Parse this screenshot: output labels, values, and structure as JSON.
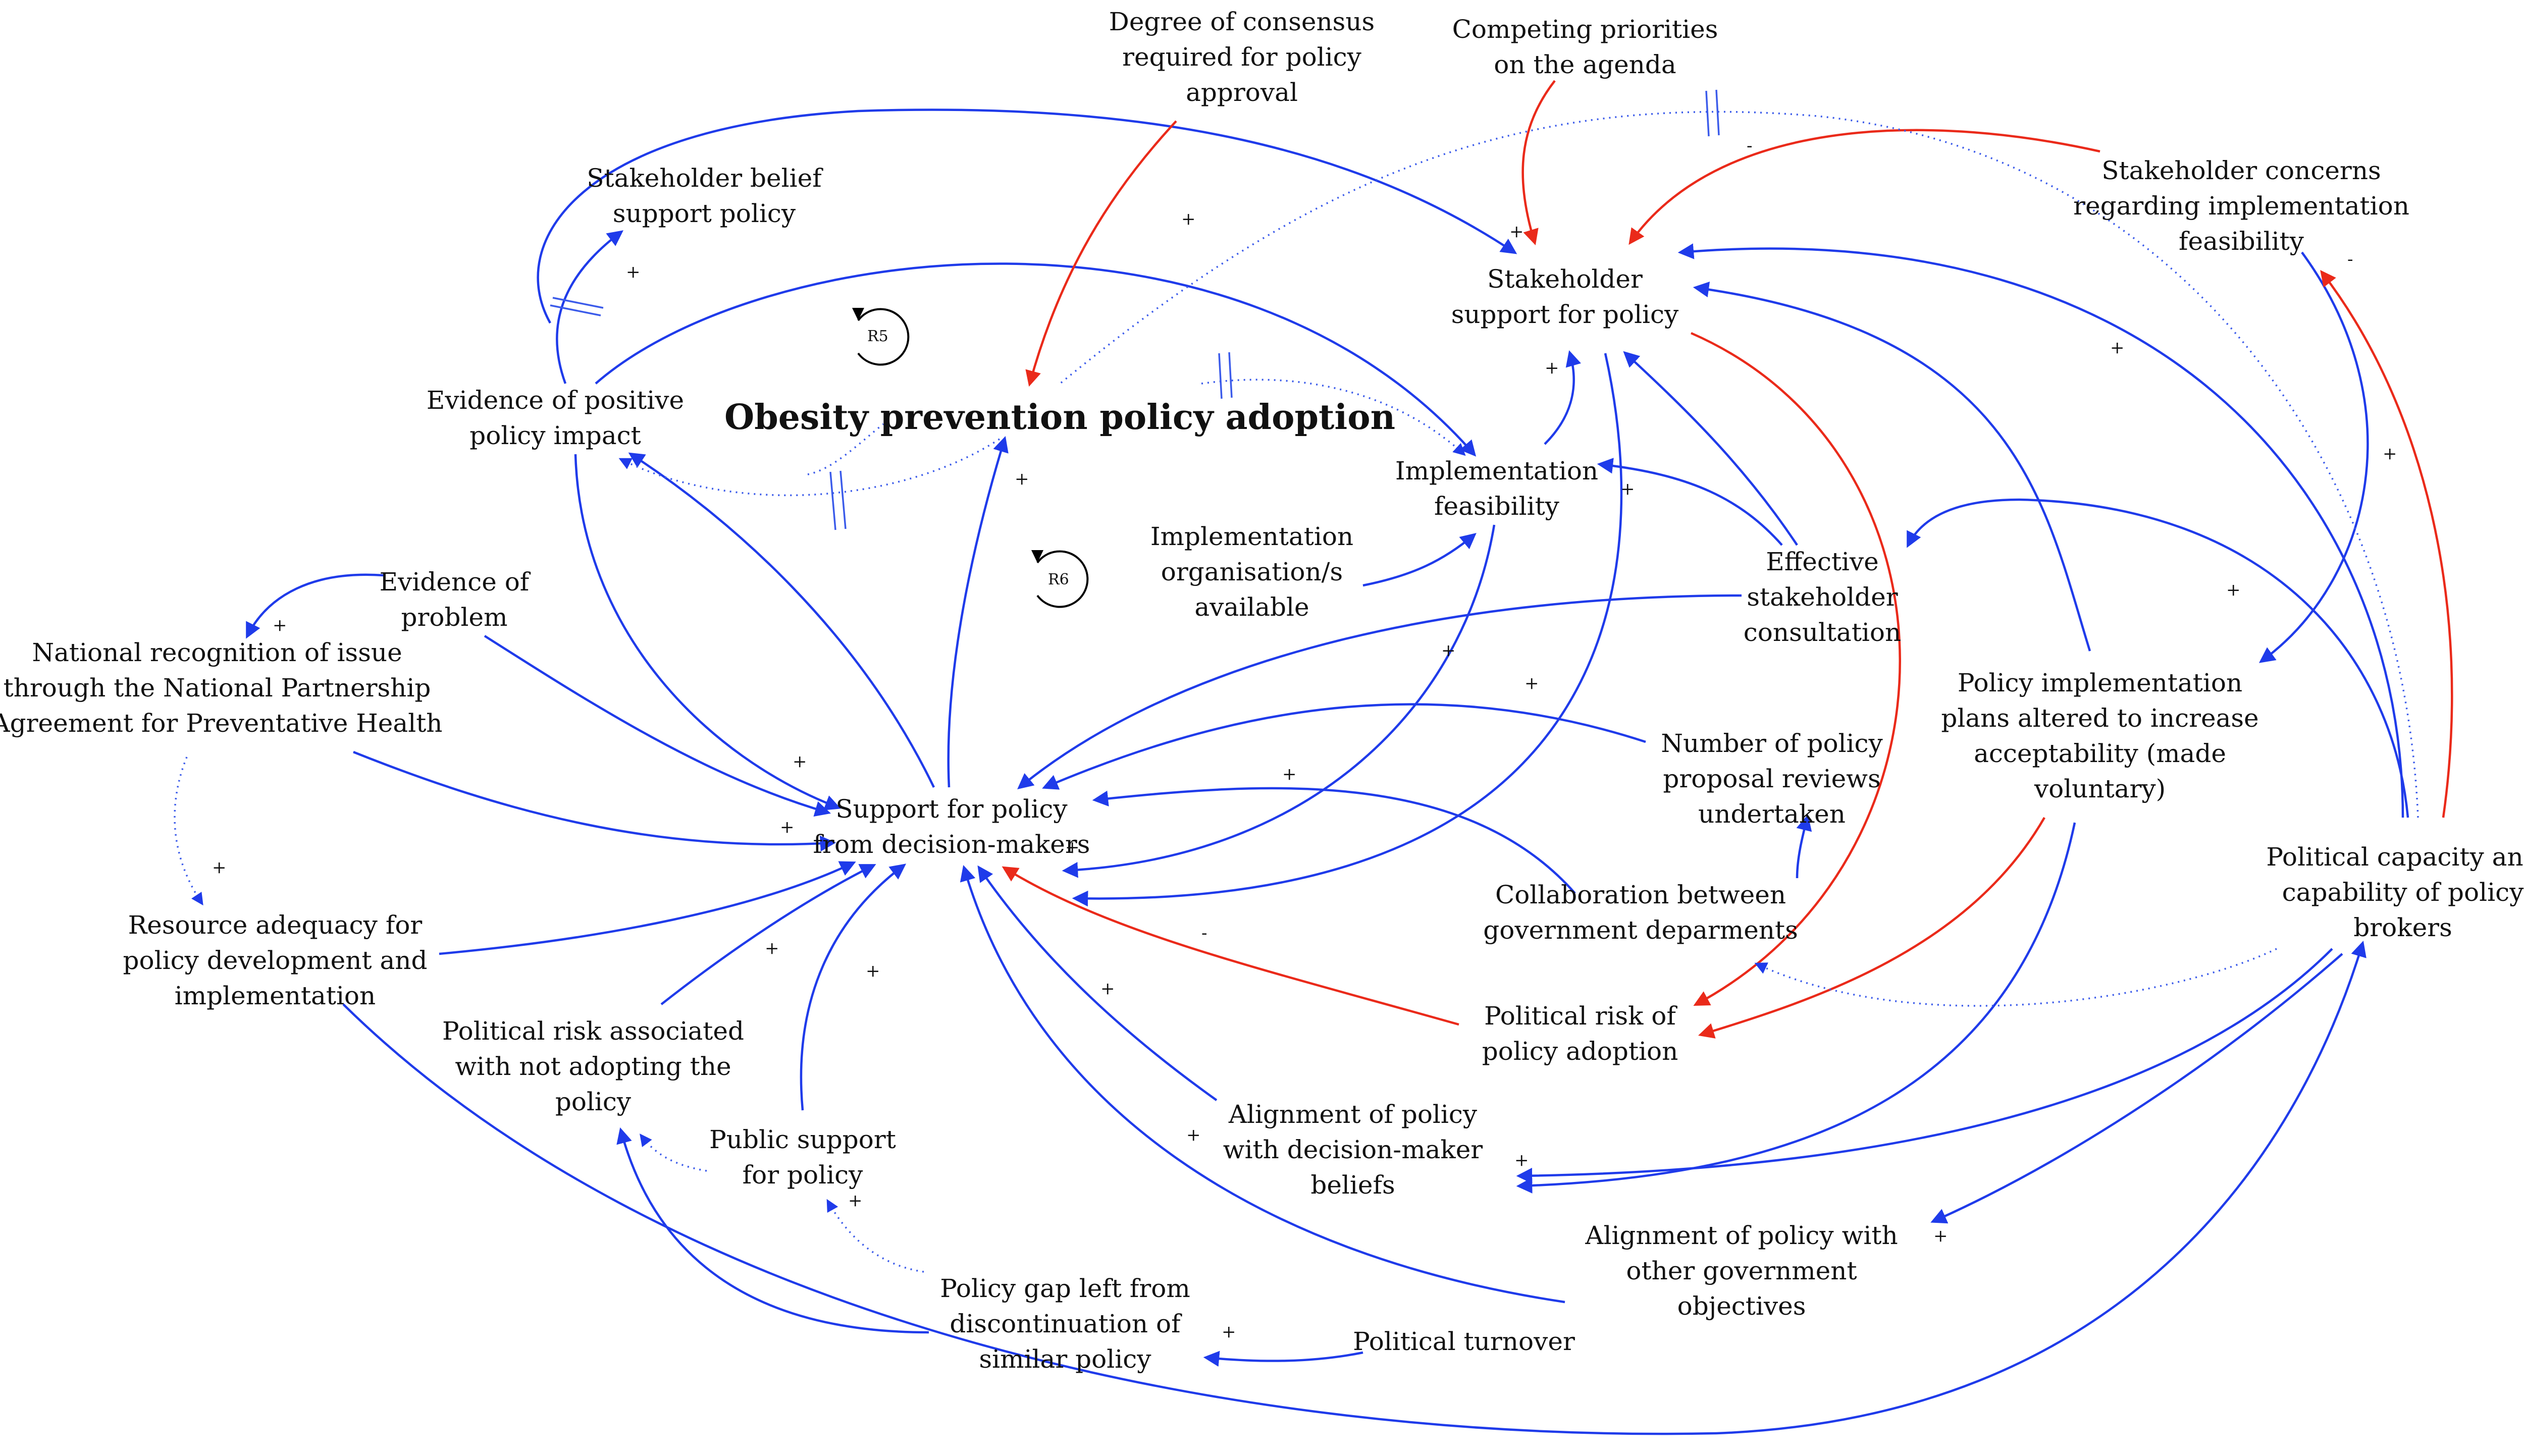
{
  "diagram": {
    "title": "Obesity prevention policy adoption",
    "loops": [
      "R5",
      "R6"
    ],
    "nodes": [
      {
        "id": "consensus",
        "lines": [
          "Degree of consensus",
          "required for policy",
          "approval"
        ]
      },
      {
        "id": "priorities",
        "lines": [
          "Competing priorities",
          "on the agenda"
        ]
      },
      {
        "id": "belief",
        "lines": [
          "Stakeholder belief",
          "support policy"
        ]
      },
      {
        "id": "concerns",
        "lines": [
          "Stakeholder concerns",
          "regarding implementation",
          "feasibility"
        ]
      },
      {
        "id": "stake_support",
        "lines": [
          "Stakeholder",
          "support for policy"
        ]
      },
      {
        "id": "evidence_pos",
        "lines": [
          "Evidence of positive",
          "policy impact"
        ]
      },
      {
        "id": "impl_feas",
        "lines": [
          "Implementation",
          "feasibility"
        ]
      },
      {
        "id": "impl_org",
        "lines": [
          "Implementation",
          "organisation/s",
          "available"
        ]
      },
      {
        "id": "effective",
        "lines": [
          "Effective",
          "stakeholder",
          "consultation"
        ]
      },
      {
        "id": "evidence_prob",
        "lines": [
          "Evidence of",
          "problem"
        ]
      },
      {
        "id": "national",
        "lines": [
          "National recognition of issue",
          "through the National Partnership",
          "Agreement for Preventative Health"
        ]
      },
      {
        "id": "plans",
        "lines": [
          "Policy implementation",
          "plans altered to increase",
          "acceptability (made",
          "voluntary)"
        ]
      },
      {
        "id": "reviews",
        "lines": [
          "Number of policy",
          "proposal reviews",
          "undertaken"
        ]
      },
      {
        "id": "decision",
        "lines": [
          "Support for policy",
          "from decision-makers"
        ]
      },
      {
        "id": "capacity",
        "lines": [
          "Political capacity and",
          "capability of policy",
          "brokers"
        ]
      },
      {
        "id": "collab",
        "lines": [
          "Collaboration between",
          "government deparments"
        ]
      },
      {
        "id": "resource",
        "lines": [
          "Resource adequacy for",
          "policy development and",
          "implementation"
        ]
      },
      {
        "id": "risk_not",
        "lines": [
          "Political risk associated",
          "with not adopting the",
          "policy"
        ]
      },
      {
        "id": "risk_adopt",
        "lines": [
          "Political risk of",
          "policy adoption"
        ]
      },
      {
        "id": "public",
        "lines": [
          "Public support",
          "for policy"
        ]
      },
      {
        "id": "align_dm",
        "lines": [
          "Alignment of policy",
          "with decision-maker",
          "beliefs"
        ]
      },
      {
        "id": "align_gov",
        "lines": [
          "Alignment of policy with",
          "other government",
          "objectives"
        ]
      },
      {
        "id": "gap",
        "lines": [
          "Policy gap left from",
          "discontinuation of",
          "similar policy"
        ]
      },
      {
        "id": "turnover",
        "lines": [
          "Political turnover"
        ]
      }
    ],
    "colors": {
      "positive_link": "#1f3bea",
      "negative_link": "#ea2a1a",
      "dotted_link": "#3b5bea",
      "polarity_mark": "#b85a6a"
    },
    "polarity_symbol": "+",
    "negative_symbol": "-"
  }
}
